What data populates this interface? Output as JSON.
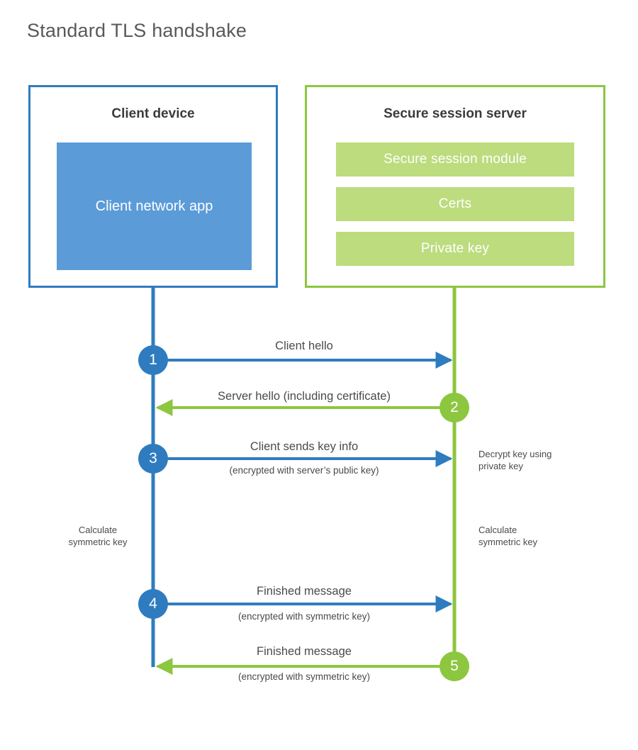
{
  "title": "Standard TLS handshake",
  "colors": {
    "client_border": "#2e7cbf",
    "client_fill": "#5b9bd8",
    "server_border": "#8dc63f",
    "server_bar_fill": "#bcdc7e",
    "client_line": "#2e7cbf",
    "server_line": "#8dc63f",
    "text": "#4a4a4a",
    "title_text": "#595959",
    "background": "#ffffff"
  },
  "client_panel": {
    "title": "Client device",
    "app_label": "Client network app"
  },
  "server_panel": {
    "title": "Secure session server",
    "bars": [
      {
        "label": "Secure session module"
      },
      {
        "label": "Certs"
      },
      {
        "label": "Private key"
      }
    ]
  },
  "steps": [
    {
      "number": "1",
      "side": "client",
      "direction": "client-to-server",
      "main_label": "Client hello",
      "sub_label": ""
    },
    {
      "number": "2",
      "side": "server",
      "direction": "server-to-client",
      "main_label": "Server hello (including certificate)",
      "sub_label": ""
    },
    {
      "number": "3",
      "side": "client",
      "direction": "client-to-server",
      "main_label": "Client sends key info",
      "sub_label": "(encrypted with server’s public key)"
    },
    {
      "number": "4",
      "side": "client",
      "direction": "client-to-server",
      "main_label": "Finished message",
      "sub_label": "(encrypted with symmetric key)"
    },
    {
      "number": "5",
      "side": "server",
      "direction": "server-to-client",
      "main_label": "Finished message",
      "sub_label": "(encrypted with symmetric key)"
    }
  ],
  "annotations": {
    "server_decrypt": "Decrypt key using\nprivate key",
    "client_calculate": "Calculate\nsymmetric key",
    "server_calculate": "Calculate\nsymmetric key"
  }
}
